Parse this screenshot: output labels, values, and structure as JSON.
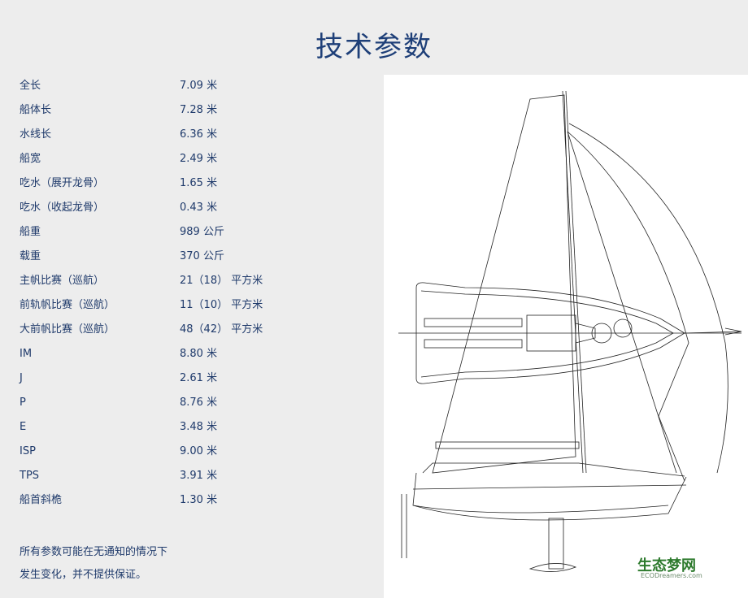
{
  "title": "技术参数",
  "specs": [
    {
      "label": "全长",
      "value": "7.09 米"
    },
    {
      "label": "船体长",
      "value": "7.28 米"
    },
    {
      "label": "水线长",
      "value": "6.36 米"
    },
    {
      "label": "船宽",
      "value": "2.49 米"
    },
    {
      "label": "吃水（展开龙骨）",
      "value": "1.65 米"
    },
    {
      "label": "吃水（收起龙骨）",
      "value": "0.43 米"
    },
    {
      "label": "船重",
      "value": "989 公斤"
    },
    {
      "label": "载重",
      "value": "370 公斤"
    },
    {
      "label": "主帆比赛（巡航）",
      "value": "21（18） 平方米"
    },
    {
      "label": "前轨帆比赛（巡航）",
      "value": "11（10） 平方米"
    },
    {
      "label": "大前帆比赛（巡航）",
      "value": "48（42） 平方米"
    },
    {
      "label": "IM",
      "value": "8.80 米"
    },
    {
      "label": "J",
      "value": "2.61 米"
    },
    {
      "label": "P",
      "value": "8.76 米"
    },
    {
      "label": "E",
      "value": "3.48 米"
    },
    {
      "label": "ISP",
      "value": "9.00 米"
    },
    {
      "label": "TPS",
      "value": "3.91 米"
    },
    {
      "label": "船首斜桅",
      "value": "1.30 米"
    }
  ],
  "note": {
    "line1": "所有参数可能在无通知的情况下",
    "line2": "发生变化，并不提供保证。"
  },
  "logo": {
    "text": "生态梦网",
    "sub": "ECODreamers.com"
  }
}
